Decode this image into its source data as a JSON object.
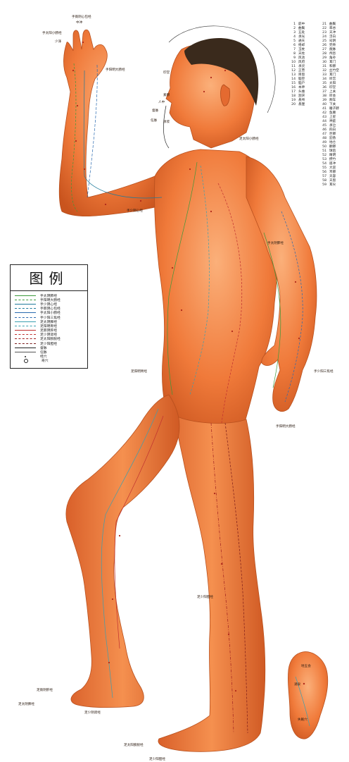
{
  "legend": {
    "title": "图例",
    "items": [
      {
        "label": "手太阴肺经",
        "color": "#3a9a3a",
        "style": "solid"
      },
      {
        "label": "手阳明大肠经",
        "color": "#3a9a3a",
        "style": "dash"
      },
      {
        "label": "手少阴心经",
        "color": "#1e7a9a",
        "style": "solid"
      },
      {
        "label": "手厥阴心包经",
        "color": "#1e7a9a",
        "style": "dash"
      },
      {
        "label": "手太阳小肠经",
        "color": "#2a6ab0",
        "style": "solid"
      },
      {
        "label": "手少阳三焦经",
        "color": "#2a6ab0",
        "style": "dash"
      },
      {
        "label": "足太阴脾经",
        "color": "#3aa0b0",
        "style": "solid"
      },
      {
        "label": "足阳明胃经",
        "color": "#3aa0b0",
        "style": "dash"
      },
      {
        "label": "足厥阴肝经",
        "color": "#c03030",
        "style": "solid"
      },
      {
        "label": "足少阴肾经",
        "color": "#c03030",
        "style": "dash"
      },
      {
        "label": "足太阳膀胱经",
        "color": "#a02020",
        "style": "dashdot"
      },
      {
        "label": "足少阳胆经",
        "color": "#7a1a1a",
        "style": "dash"
      },
      {
        "label": "督脉",
        "color": "#222222",
        "style": "solid"
      },
      {
        "label": "任脉",
        "color": "#555555",
        "style": "solid"
      },
      {
        "label": "经穴",
        "color": "#222222",
        "style": "dot"
      },
      {
        "label": "奇穴",
        "color": "#222222",
        "style": "circle"
      }
    ]
  },
  "numbered_list": [
    {
      "n": "1",
      "t": "庭中"
    },
    {
      "n": "2",
      "t": "曲鬓"
    },
    {
      "n": "3",
      "t": "五处"
    },
    {
      "n": "4",
      "t": "承光"
    },
    {
      "n": "5",
      "t": "通天"
    },
    {
      "n": "6",
      "t": "络却"
    },
    {
      "n": "7",
      "t": "玉枕"
    },
    {
      "n": "8",
      "t": "天柱"
    },
    {
      "n": "9",
      "t": "风池"
    },
    {
      "n": "10",
      "t": "风府"
    },
    {
      "n": "11",
      "t": "承灵"
    },
    {
      "n": "12",
      "t": "正营"
    },
    {
      "n": "13",
      "t": "目窗"
    },
    {
      "n": "14",
      "t": "脑空"
    },
    {
      "n": "15",
      "t": "脑户"
    },
    {
      "n": "16",
      "t": "本神"
    },
    {
      "n": "17",
      "t": "头维"
    },
    {
      "n": "18",
      "t": "颔厌"
    },
    {
      "n": "19",
      "t": "悬颅"
    },
    {
      "n": "20",
      "t": "悬厘"
    },
    {
      "n": "21",
      "t": "曲鬓"
    },
    {
      "n": "22",
      "t": "率谷"
    },
    {
      "n": "23",
      "t": "天冲"
    },
    {
      "n": "24",
      "t": "浮白"
    },
    {
      "n": "25",
      "t": "窍阴"
    },
    {
      "n": "26",
      "t": "完骨"
    },
    {
      "n": "27",
      "t": "瘈脉"
    },
    {
      "n": "28",
      "t": "颅息"
    },
    {
      "n": "29",
      "t": "角孙"
    },
    {
      "n": "30",
      "t": "耳门"
    },
    {
      "n": "31",
      "t": "和髎"
    },
    {
      "n": "32",
      "t": "丝竹空"
    },
    {
      "n": "33",
      "t": "耳门"
    },
    {
      "n": "34",
      "t": "听宫"
    },
    {
      "n": "35",
      "t": "太阳"
    },
    {
      "n": "36",
      "t": "印堂"
    },
    {
      "n": "37",
      "t": "上关"
    },
    {
      "n": "38",
      "t": "听会"
    },
    {
      "n": "39",
      "t": "颊车"
    },
    {
      "n": "40",
      "t": "下关"
    },
    {
      "n": "41",
      "t": "瞳子髎"
    },
    {
      "n": "42",
      "t": "鱼腰"
    },
    {
      "n": "43",
      "t": "上星"
    },
    {
      "n": "44",
      "t": "神庭"
    },
    {
      "n": "45",
      "t": "承泣"
    },
    {
      "n": "46",
      "t": "四白"
    },
    {
      "n": "47",
      "t": "巨髎"
    },
    {
      "n": "48",
      "t": "迎香"
    },
    {
      "n": "49",
      "t": "地仓"
    },
    {
      "n": "50",
      "t": "颧髎"
    },
    {
      "n": "51",
      "t": "球后"
    },
    {
      "n": "52",
      "t": "睛明"
    },
    {
      "n": "53",
      "t": "攒竹"
    },
    {
      "n": "54",
      "t": "眉冲"
    },
    {
      "n": "55",
      "t": "大迎"
    },
    {
      "n": "56",
      "t": "禾髎"
    },
    {
      "n": "57",
      "t": "天容"
    },
    {
      "n": "58",
      "t": "天窗"
    },
    {
      "n": "59",
      "t": "耳尖"
    }
  ],
  "figure_labels": {
    "shou_shaoyin": "手厥阴心包经",
    "zhong_chong": "中冲",
    "shou_taiyang": "手太阳小肠经",
    "shao_ze": "少泽",
    "shou_yangming": "手阳明大肠经",
    "shou_shaoyang": "手少阳三焦经",
    "yin_tang": "印堂",
    "su_liao": "素髎",
    "ren_zhong": "人中",
    "du_mai": "督脉",
    "ren_mai": "任脉",
    "cheng_jiang": "承浆",
    "zu_taiyang_neck": "足太阳小肠经",
    "zu_yangming_hip": "足阳明胃经",
    "shou_shaoyin_arm": "手少阴心经",
    "shou_taiyin_arm": "手太阴肺经",
    "shou_shaoyang_arm": "手少阳三焦经",
    "shou_yangming_arm": "手阳明大肠经",
    "zu_shaoyang": "足少阳胆经",
    "zu_jueyin": "足厥阴肝经",
    "zu_taiyin": "足太阴脾经",
    "zu_shaoyin": "足少阴肾经",
    "zu_taiyang": "足太阳膀胱经",
    "zu_shaoyang_foot": "足少阳胆经",
    "zu_shaoyin_foot": "足少阴肾经",
    "zu_taiyang_foot": "足太阳膀胱经",
    "yong_quan": "涌泉",
    "shi_mian": "失眠穴",
    "di_wu": "地五会"
  },
  "colors": {
    "skin": "#f07a3a",
    "skin_dark": "#c9541e",
    "skin_light": "#f9a26a",
    "hair": "#3a2a1c",
    "point": "#b0281a"
  }
}
